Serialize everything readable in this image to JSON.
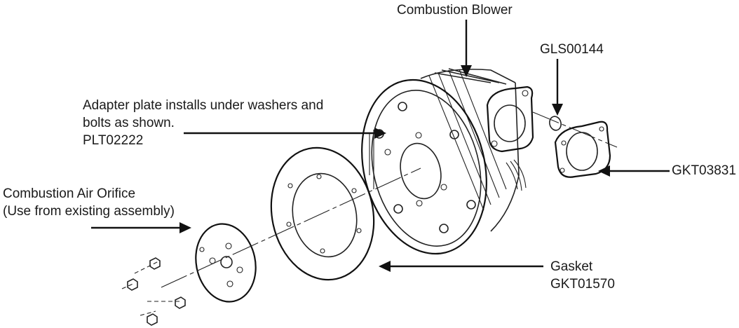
{
  "labels": {
    "combustion_blower": "Combustion Blower",
    "gls_part": "GLS00144",
    "adapter_line1": "Adapter plate installs under washers and",
    "adapter_line2": "bolts as shown.",
    "adapter_part": "PLT02222",
    "orifice_line1": "Combustion Air Orifice",
    "orifice_line2": "(Use from existing assembly)",
    "gkt_part": "GKT03831",
    "gasket_name": "Gasket",
    "gasket_part": "GKT01570"
  }
}
